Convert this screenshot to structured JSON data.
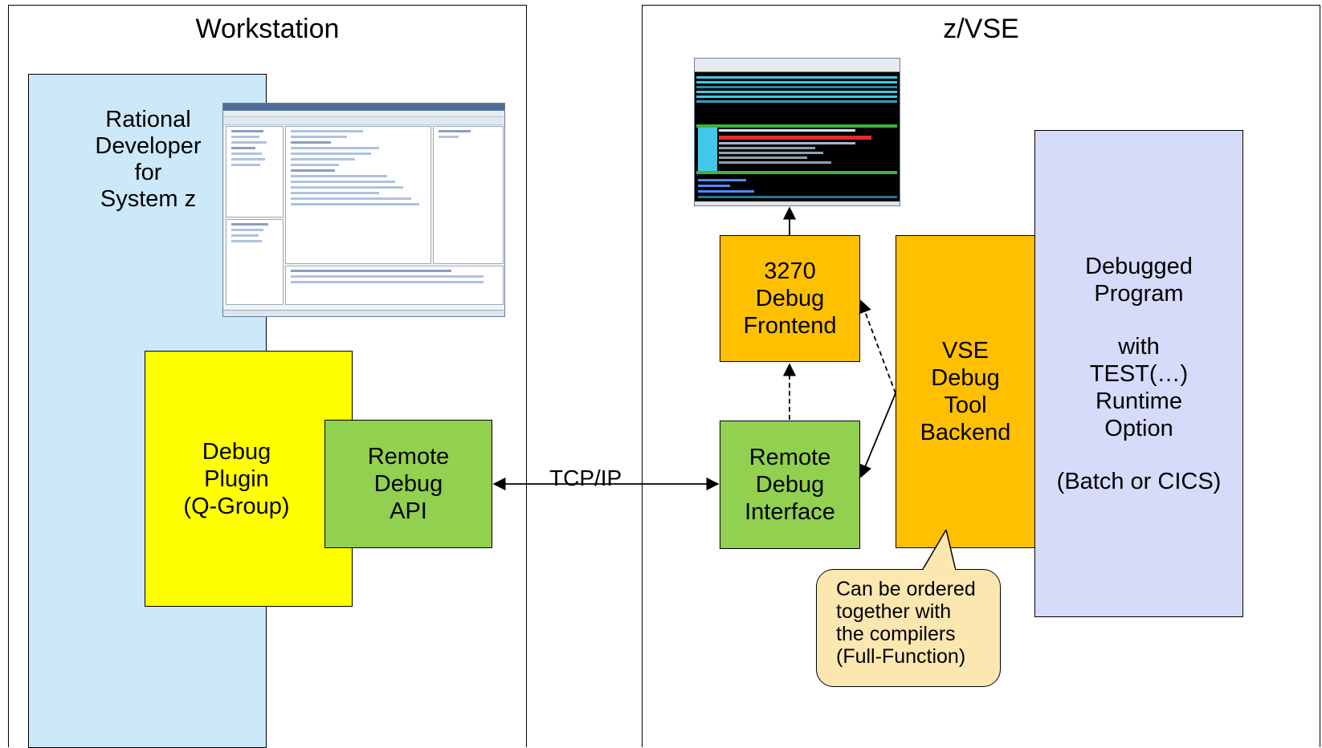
{
  "panels": {
    "workstation": {
      "title": "Workstation"
    },
    "zvse": {
      "title": "z/VSE"
    }
  },
  "boxes": {
    "rdz": {
      "lines": [
        "Rational",
        "Developer",
        "for",
        "System z"
      ]
    },
    "debug_plugin": {
      "lines": [
        "Debug",
        "Plugin",
        "(Q-Group)"
      ]
    },
    "remote_debug_api": {
      "lines": [
        "Remote",
        "Debug",
        "API"
      ]
    },
    "frontend_3270": {
      "lines": [
        "3270",
        "Debug",
        "Frontend"
      ]
    },
    "remote_debug_interface": {
      "lines": [
        "Remote",
        "Debug",
        "Interface"
      ]
    },
    "vse_backend": {
      "lines": [
        "VSE",
        "Debug",
        "Tool",
        "Backend"
      ]
    },
    "debugged_program": {
      "lines": [
        "Debugged",
        "Program",
        "",
        "with",
        "TEST(…)",
        "Runtime",
        "Option",
        "",
        "(Batch or CICS)"
      ]
    }
  },
  "connection": {
    "label": "TCP/IP"
  },
  "callout": {
    "lines": [
      "Can be ordered",
      "together with",
      "the compilers",
      "(Full-Function)"
    ]
  },
  "colors": {
    "rdz": "#cce9fa",
    "plugin": "#ffff00",
    "green": "#92d050",
    "orange": "#ffc000",
    "program": "#d6dbfa",
    "callout": "#fde7b0"
  }
}
